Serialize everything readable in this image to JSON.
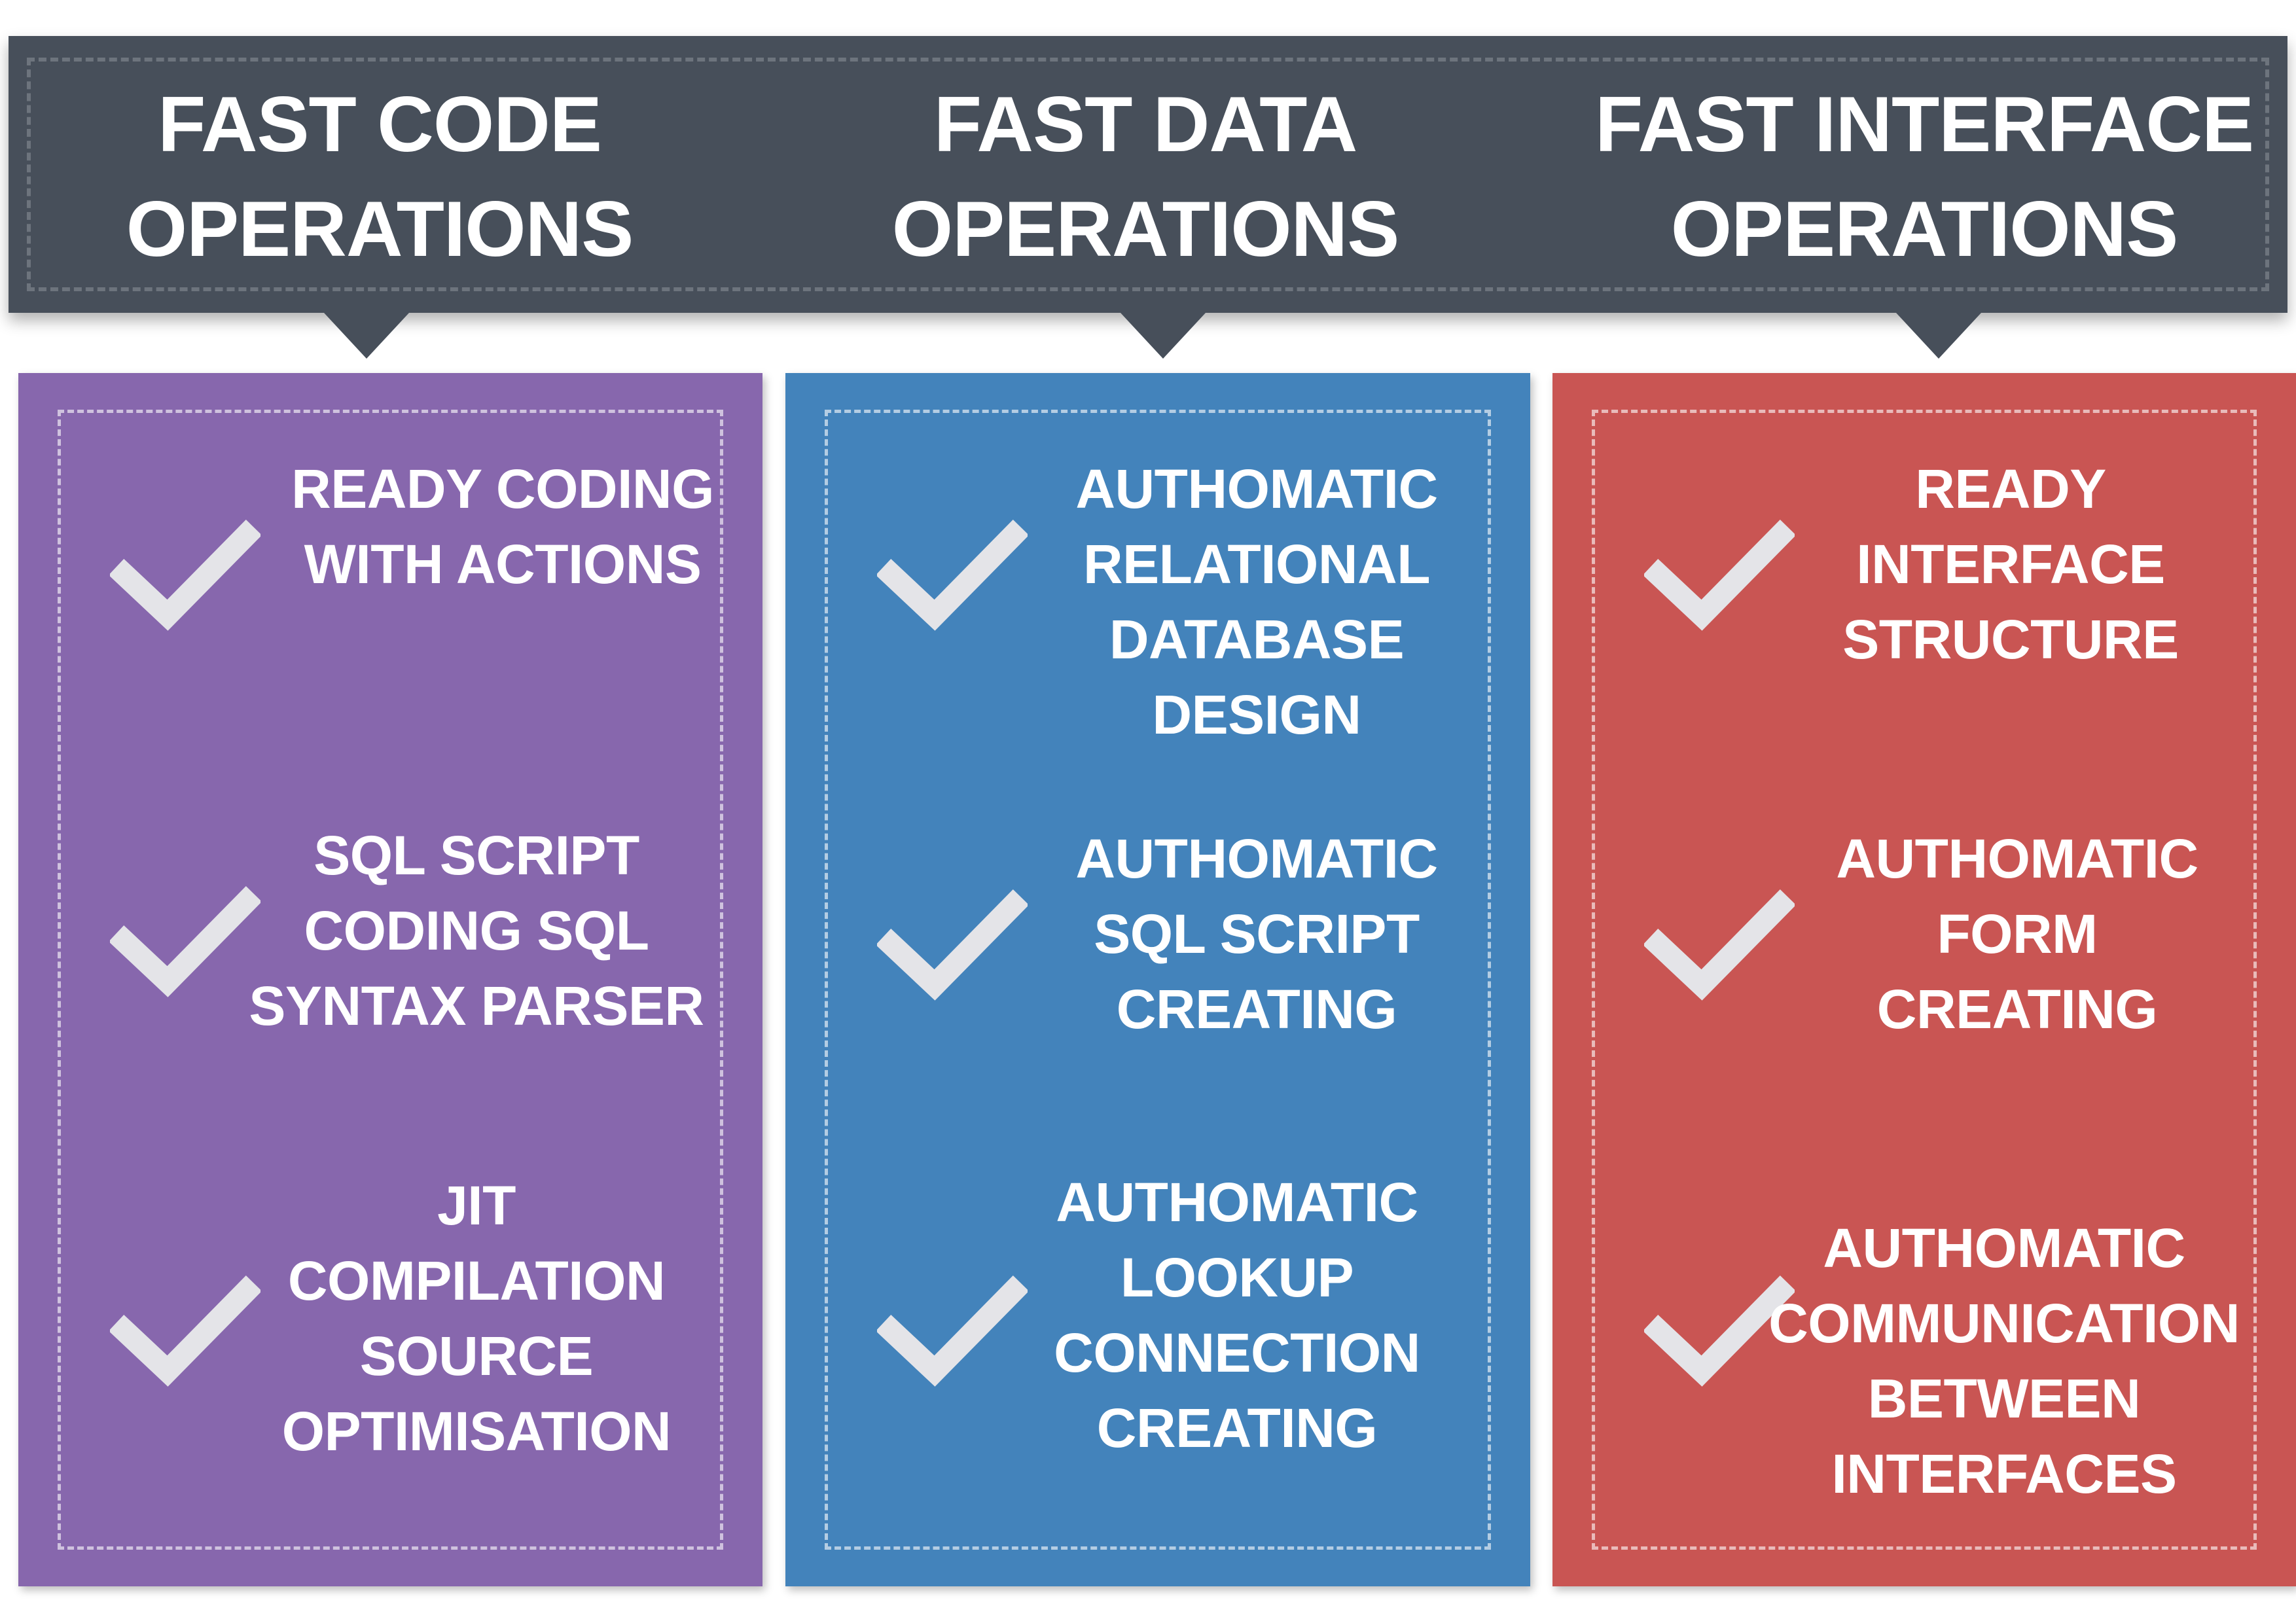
{
  "banner": {
    "color": "#474f5a",
    "headers": [
      "FAST CODE\nOPERATIONS",
      "FAST DATA\nOPERATIONS",
      "FAST INTERFACE\nOPERATIONS"
    ]
  },
  "columns": [
    {
      "color": "#8767ad",
      "items": [
        "READY CODING\nWITH ACTIONS",
        "SQL SCRIPT\nCODING SQL\nSYNTAX PARSER",
        "JIT\nCOMPILATION\nSOURCE\nOPTIMISATION"
      ]
    },
    {
      "color": "#4383bb",
      "items": [
        "AUTHOMATIC\nRELATIONAL\nDATABASE\nDESIGN",
        "AUTHOMATIC\nSQL SCRIPT\nCREATING",
        "AUTHOMATIC\nLOOKUP\nCONNECTION\nCREATING"
      ]
    },
    {
      "color": "#c95553",
      "items": [
        "READY\nINTERFACE\nSTRUCTURE",
        "AUTHOMATIC\nFORM\nCREATING",
        "AUTHOMATIC\nCOMMUNICATION\nBETWEEN\nINTERFACES"
      ]
    }
  ],
  "icons": {
    "check": "check-icon"
  }
}
